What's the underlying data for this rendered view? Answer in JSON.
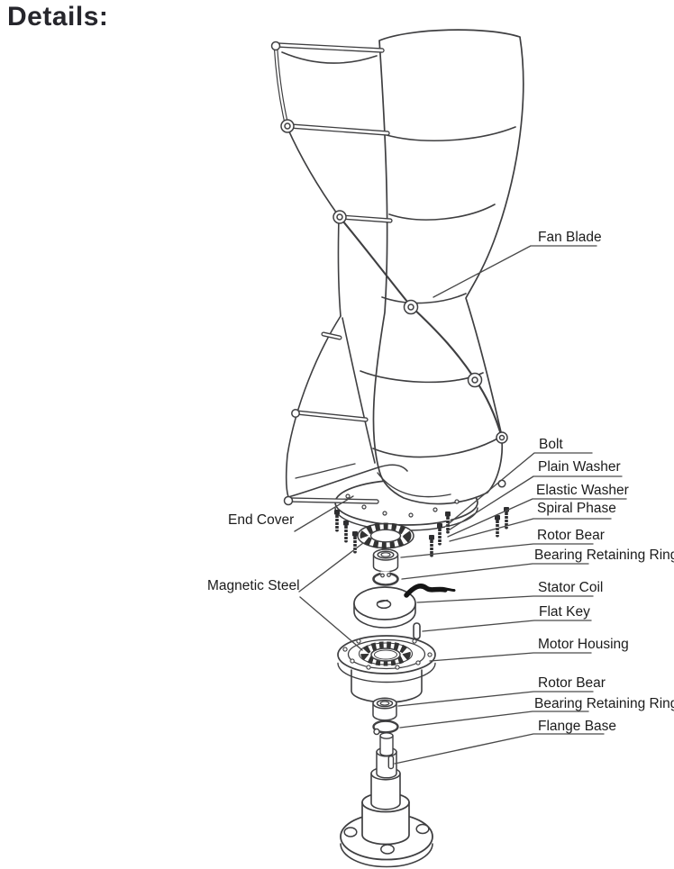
{
  "title": "Details:",
  "colors": {
    "background": "#ffffff",
    "line": "#3f3f41",
    "leader": "#4a4a4a",
    "text": "#1b1b1b",
    "title_text": "#26262c",
    "wire": "#151515"
  },
  "labels": {
    "fan_blade": "Fan Blade",
    "bolt": "Bolt",
    "plain_washer": "Plain Washer",
    "elastic_washer": "Elastic Washer",
    "spiral_phase": "Spiral Phase",
    "rotor_bear_upper": "Rotor Bear",
    "bearing_retaining_ring_upper": "Bearing Retaining Ring",
    "stator_coil": "Stator Coil",
    "flat_key": "Flat Key",
    "motor_housing": "Motor Housing",
    "rotor_bear_lower": "Rotor Bear",
    "bearing_retaining_ring_lower": "Bearing Retaining Ring",
    "flange_base": "Flange Base",
    "end_cover": "End Cover",
    "magnetic_steel": "Magnetic Steel"
  }
}
